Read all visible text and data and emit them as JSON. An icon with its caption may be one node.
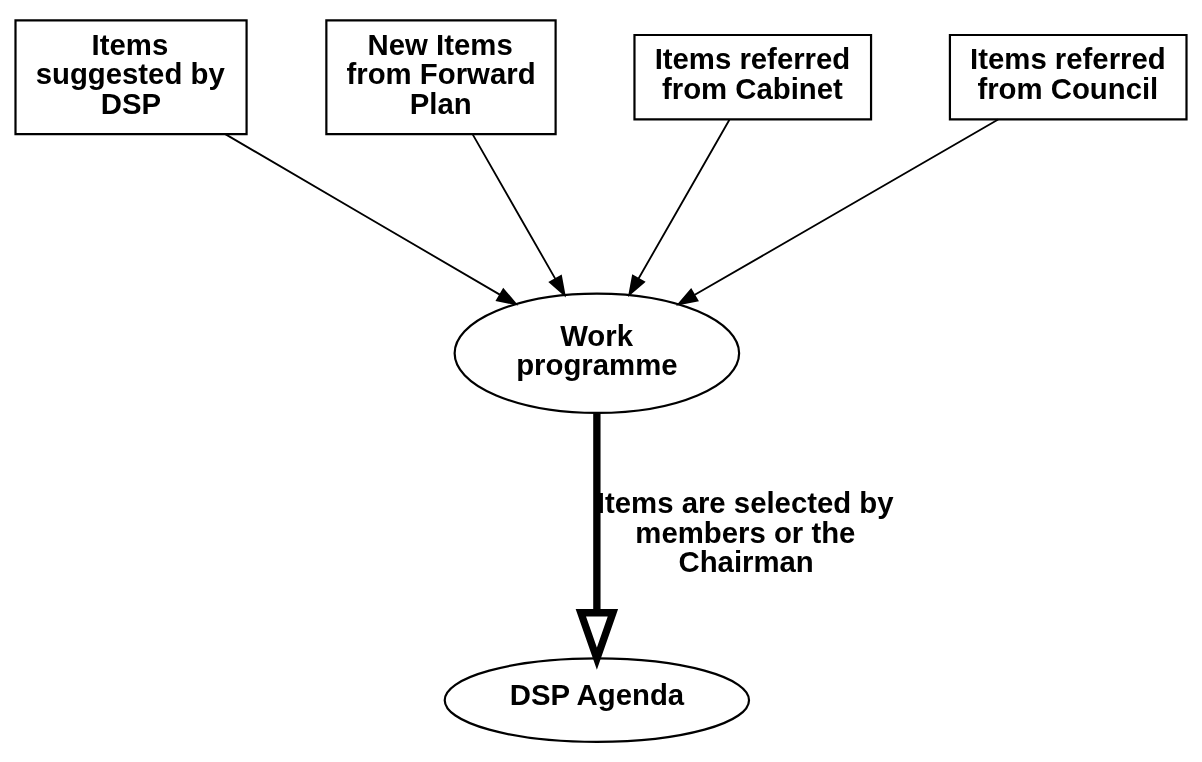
{
  "diagram": {
    "nodes": [
      {
        "text": [
          "Items suggested by DSP"
        ]
      },
      {
        "text": [
          "New Items from Forward Plan"
        ]
      },
      {
        "text": [
          "Items referred from Cabinet"
        ]
      },
      {
        "text": [
          "Items referred from Council"
        ]
      },
      {
        "text": [
          "Work programme"
        ]
      },
      {
        "text": [
          "DSP Agenda"
        ]
      }
    ],
    "edges": [
      {
        "from": 0,
        "to": 4,
        "arrow": "to"
      },
      {
        "from": 1,
        "to": 4,
        "arrow": "to"
      },
      {
        "from": 2,
        "to": 4,
        "arrow": "to"
      },
      {
        "from": 3,
        "to": 4,
        "arrow": "to"
      },
      {
        "from": 4,
        "to": 5,
        "arrow": "to",
        "label": "Items are selected by members or the Chairman",
        "style": "thick"
      }
    ]
  }
}
